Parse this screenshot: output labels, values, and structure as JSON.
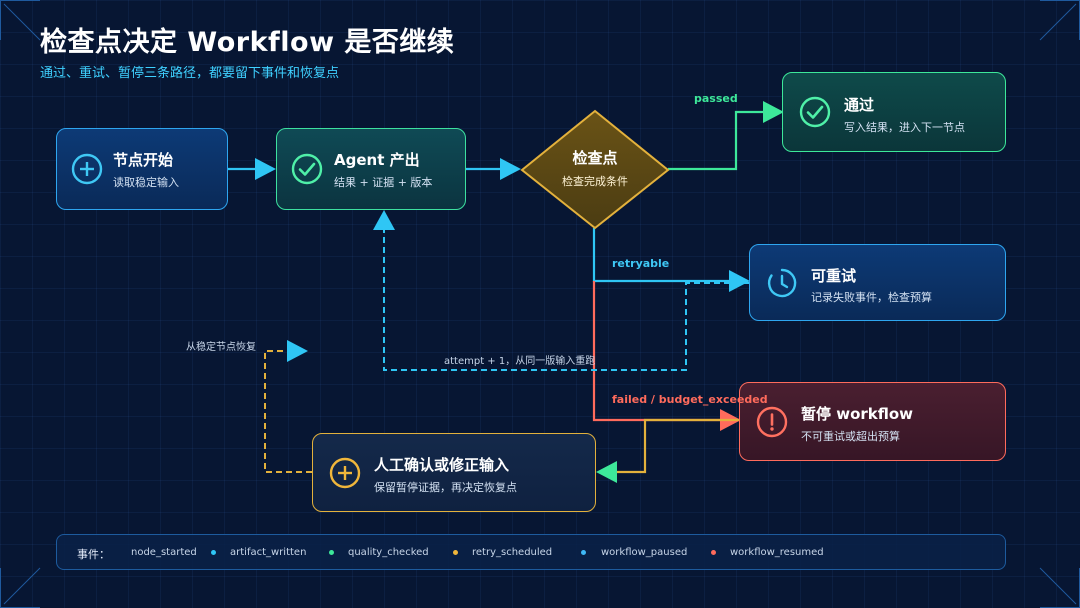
{
  "header": {
    "title": "检查点决定 Workflow 是否继续",
    "subtitle": "通过、重试、暂停三条路径，都要留下事件和恢复点"
  },
  "nodes": {
    "start": {
      "title": "节点开始",
      "subtitle": "读取稳定输入"
    },
    "agent": {
      "title": "Agent 产出",
      "subtitle": "结果 + 证据 + 版本"
    },
    "checkpoint": {
      "title": "检查点",
      "subtitle": "检查完成条件"
    },
    "passed": {
      "title": "通过",
      "subtitle": "写入结果，进入下一节点"
    },
    "retry": {
      "title": "可重试",
      "subtitle": "记录失败事件，检查预算"
    },
    "pause": {
      "title": "暂停 workflow",
      "subtitle": "不可重试或超出预算"
    },
    "manual": {
      "title": "人工确认或修正输入",
      "subtitle": "保留暂停证据，再决定恢复点"
    }
  },
  "edge_labels": {
    "passed": "passed",
    "retryable": "retryable",
    "failed": "failed / budget_exceeded",
    "attempt": "attempt + 1，从同一版输入重跑",
    "resume": "从稳定节点恢复"
  },
  "events": {
    "label": "事件：",
    "items": [
      {
        "name": "node_started",
        "color": "#2fc6f5"
      },
      {
        "name": "artifact_written",
        "color": "#3de89a"
      },
      {
        "name": "quality_checked",
        "color": "#f0b63b"
      },
      {
        "name": "retry_scheduled",
        "color": "#3fb8f5"
      },
      {
        "name": "workflow_paused",
        "color": "#ff6b5c"
      },
      {
        "name": "workflow_resumed",
        "color": ""
      }
    ]
  },
  "colors": {
    "blue": "#2ea6f0",
    "cyan": "#2fc6f5",
    "green": "#3de89a",
    "gold": "#e3b13c",
    "red": "#ff6b5c",
    "background": "#071633"
  }
}
